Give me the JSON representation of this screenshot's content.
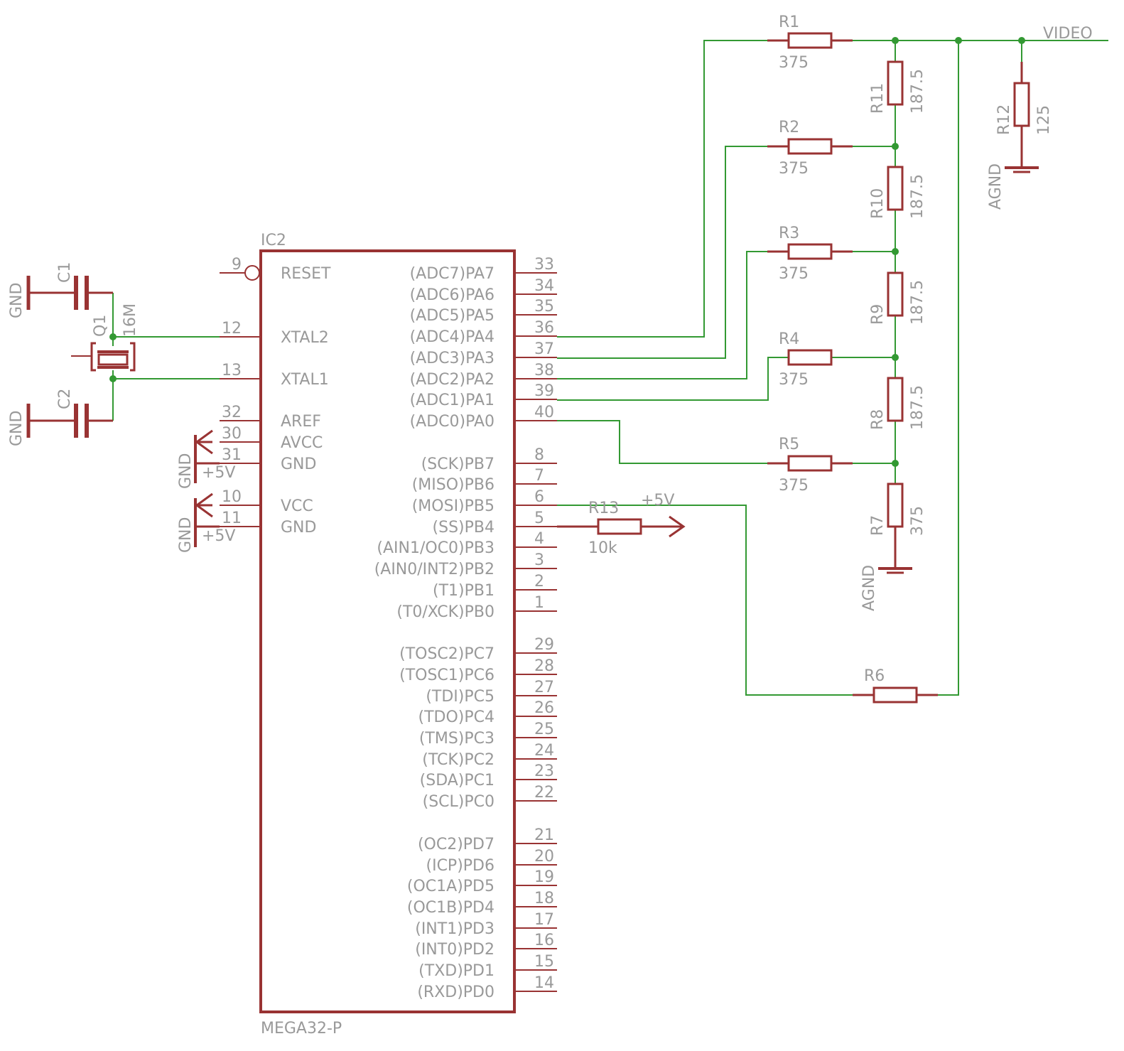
{
  "ic": {
    "ref": "IC2",
    "value": "MEGA32-P",
    "left_pins": [
      {
        "num": "9",
        "name": "RESET"
      },
      {
        "num": "12",
        "name": "XTAL2"
      },
      {
        "num": "13",
        "name": "XTAL1"
      },
      {
        "num": "32",
        "name": "AREF"
      },
      {
        "num": "30",
        "name": "AVCC"
      },
      {
        "num": "31",
        "name": "GND"
      },
      {
        "num": "10",
        "name": "VCC"
      },
      {
        "num": "11",
        "name": "GND"
      }
    ],
    "right_pins": [
      {
        "num": "33",
        "name": "(ADC7)PA7"
      },
      {
        "num": "34",
        "name": "(ADC6)PA6"
      },
      {
        "num": "35",
        "name": "(ADC5)PA5"
      },
      {
        "num": "36",
        "name": "(ADC4)PA4"
      },
      {
        "num": "37",
        "name": "(ADC3)PA3"
      },
      {
        "num": "38",
        "name": "(ADC2)PA2"
      },
      {
        "num": "39",
        "name": "(ADC1)PA1"
      },
      {
        "num": "40",
        "name": "(ADC0)PA0"
      },
      {
        "num": "8",
        "name": "(SCK)PB7"
      },
      {
        "num": "7",
        "name": "(MISO)PB6"
      },
      {
        "num": "6",
        "name": "(MOSI)PB5"
      },
      {
        "num": "5",
        "name": "(SS)PB4"
      },
      {
        "num": "4",
        "name": "(AIN1/OC0)PB3"
      },
      {
        "num": "3",
        "name": "(AIN0/INT2)PB2"
      },
      {
        "num": "2",
        "name": "(T1)PB1"
      },
      {
        "num": "1",
        "name": "(T0/XCK)PB0"
      },
      {
        "num": "29",
        "name": "(TOSC2)PC7"
      },
      {
        "num": "28",
        "name": "(TOSC1)PC6"
      },
      {
        "num": "27",
        "name": "(TDI)PC5"
      },
      {
        "num": "26",
        "name": "(TDO)PC4"
      },
      {
        "num": "25",
        "name": "(TMS)PC3"
      },
      {
        "num": "24",
        "name": "(TCK)PC2"
      },
      {
        "num": "23",
        "name": "(SDA)PC1"
      },
      {
        "num": "22",
        "name": "(SCL)PC0"
      },
      {
        "num": "21",
        "name": "(OC2)PD7"
      },
      {
        "num": "20",
        "name": "(ICP)PD6"
      },
      {
        "num": "19",
        "name": "(OC1A)PD5"
      },
      {
        "num": "18",
        "name": "(OC1B)PD4"
      },
      {
        "num": "17",
        "name": "(INT1)PD3"
      },
      {
        "num": "16",
        "name": "(INT0)PD2"
      },
      {
        "num": "15",
        "name": "(TXD)PD1"
      },
      {
        "num": "14",
        "name": "(RXD)PD0"
      }
    ]
  },
  "crystal": {
    "ref": "Q1",
    "value": "16M"
  },
  "caps": [
    {
      "ref": "C1",
      "gnd": "GND"
    },
    {
      "ref": "C2",
      "gnd": "GND"
    }
  ],
  "power": [
    {
      "gnd": "GND",
      "supply": "+5V"
    },
    {
      "gnd": "GND",
      "supply": "+5V"
    }
  ],
  "dac_resistors": [
    {
      "ref": "R1",
      "value": "375"
    },
    {
      "ref": "R2",
      "value": "375"
    },
    {
      "ref": "R3",
      "value": "375"
    },
    {
      "ref": "R4",
      "value": "375"
    },
    {
      "ref": "R5",
      "value": "375"
    }
  ],
  "ladder_resistors": [
    {
      "ref": "R11",
      "value": "187.5"
    },
    {
      "ref": "R10",
      "value": "187.5"
    },
    {
      "ref": "R9",
      "value": "187.5"
    },
    {
      "ref": "R8",
      "value": "187.5"
    },
    {
      "ref": "R7",
      "value": "375"
    }
  ],
  "r6": {
    "ref": "R6"
  },
  "r12": {
    "ref": "R12",
    "value": "125"
  },
  "r13": {
    "ref": "R13",
    "value": "10k",
    "supply": "+5V"
  },
  "agnd": [
    "AGND",
    "AGND"
  ],
  "video_label": "VIDEO"
}
